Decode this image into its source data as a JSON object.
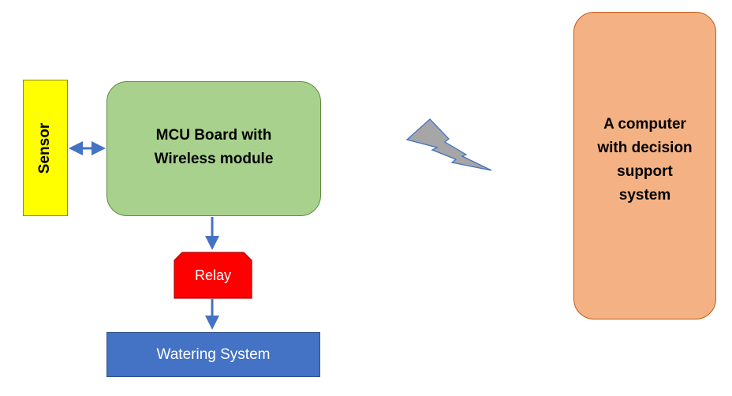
{
  "nodes": {
    "sensor": "Sensor",
    "mcu": "MCU Board with Wireless module",
    "relay": "Relay",
    "watering": "Watering System",
    "computer": "A computer with decision support system"
  },
  "colors": {
    "sensor": "#ffff00",
    "mcu": "#a9d18e",
    "relay": "#ff0000",
    "watering": "#4472c4",
    "computer": "#f4b183",
    "connector": "#4472c4",
    "wireless": "#a6a6a6"
  },
  "edges": [
    {
      "from": "sensor",
      "to": "mcu",
      "direction": "bidirectional"
    },
    {
      "from": "mcu",
      "to": "relay",
      "direction": "forward"
    },
    {
      "from": "relay",
      "to": "watering",
      "direction": "forward"
    },
    {
      "from": "mcu",
      "to": "computer",
      "direction": "wireless"
    }
  ]
}
